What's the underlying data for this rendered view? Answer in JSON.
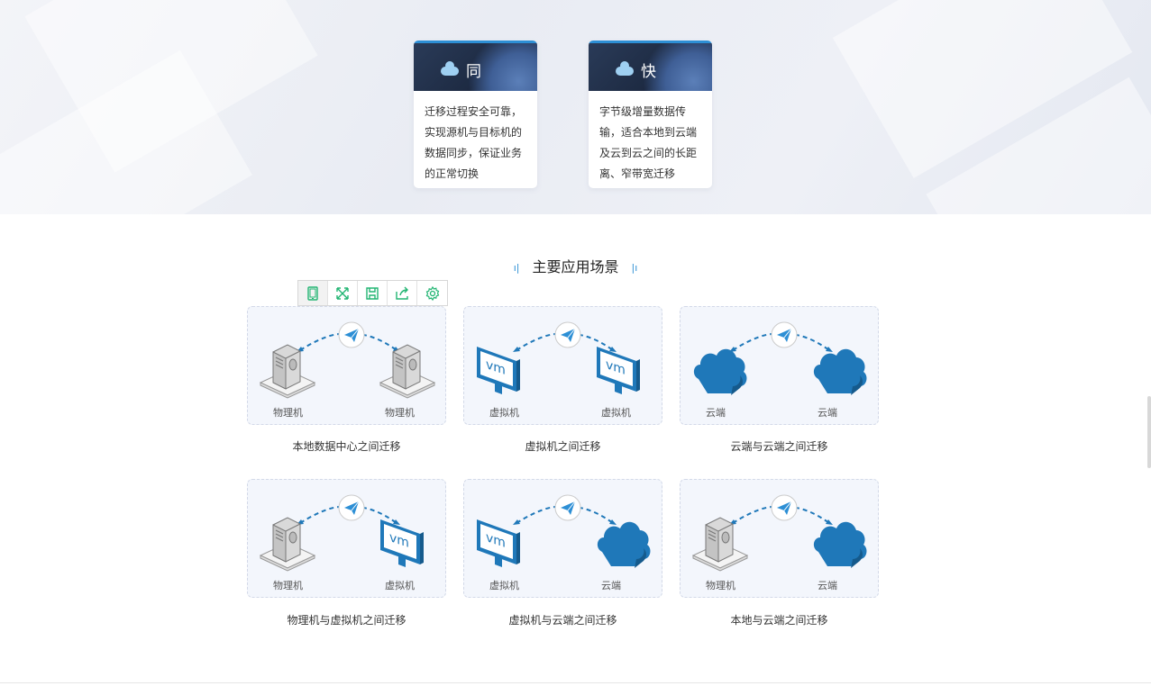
{
  "features": [
    {
      "char": "同",
      "text": "迁移过程安全可靠，实现源机与目标机的数据同步，保证业务的正常切换"
    },
    {
      "char": "快",
      "text": "字节级增量数据传输，适合本地到云端及云到云之间的长距离、窄带宽迁移"
    }
  ],
  "section_title": "主要应用场景",
  "toolbar": [
    "tablet-icon",
    "fullscreen-icon",
    "save-icon",
    "share-icon",
    "settings-icon"
  ],
  "scenarios": [
    {
      "caption": "本地数据中心之间迁移",
      "left": {
        "icon": "server",
        "label": "物理机"
      },
      "right": {
        "icon": "server",
        "label": "物理机"
      }
    },
    {
      "caption": "虚拟机之间迁移",
      "left": {
        "icon": "vm",
        "label": "虚拟机"
      },
      "right": {
        "icon": "vm",
        "label": "虚拟机"
      }
    },
    {
      "caption": "云端与云端之间迁移",
      "left": {
        "icon": "cloud",
        "label": "云端"
      },
      "right": {
        "icon": "cloud",
        "label": "云端"
      }
    },
    {
      "caption": "物理机与虚拟机之间迁移",
      "left": {
        "icon": "server",
        "label": "物理机"
      },
      "right": {
        "icon": "vm",
        "label": "虚拟机"
      }
    },
    {
      "caption": "虚拟机与云端之间迁移",
      "left": {
        "icon": "vm",
        "label": "虚拟机"
      },
      "right": {
        "icon": "cloud",
        "label": "云端"
      }
    },
    {
      "caption": "本地与云端之间迁移",
      "left": {
        "icon": "server",
        "label": "物理机"
      },
      "right": {
        "icon": "cloud",
        "label": "云端"
      }
    }
  ],
  "vm_text": "vm",
  "colors": {
    "accent": "#2d8fd5",
    "icon_blue": "#1f78b9",
    "toolbar_green": "#22b573"
  }
}
